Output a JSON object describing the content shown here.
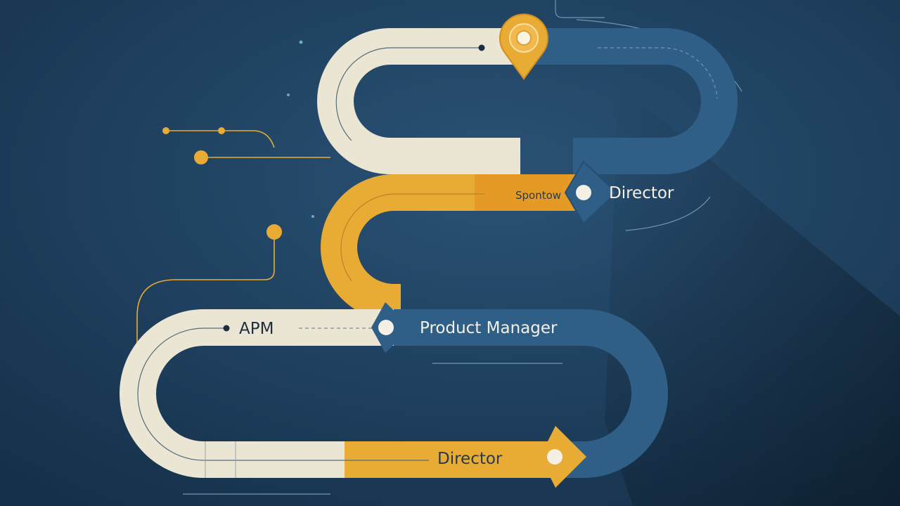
{
  "labels": {
    "top_right_small": "Spontow",
    "top_right": "Director",
    "middle_left": "APM",
    "middle_right": "Product Manager",
    "bottom": "Director"
  },
  "colors": {
    "background": "#1e3f5e",
    "cream": "#ebe5d4",
    "blue": "#2f5f86",
    "gold": "#e8ac35",
    "white": "#ffffff"
  },
  "icons": [
    "map-pin-icon"
  ]
}
